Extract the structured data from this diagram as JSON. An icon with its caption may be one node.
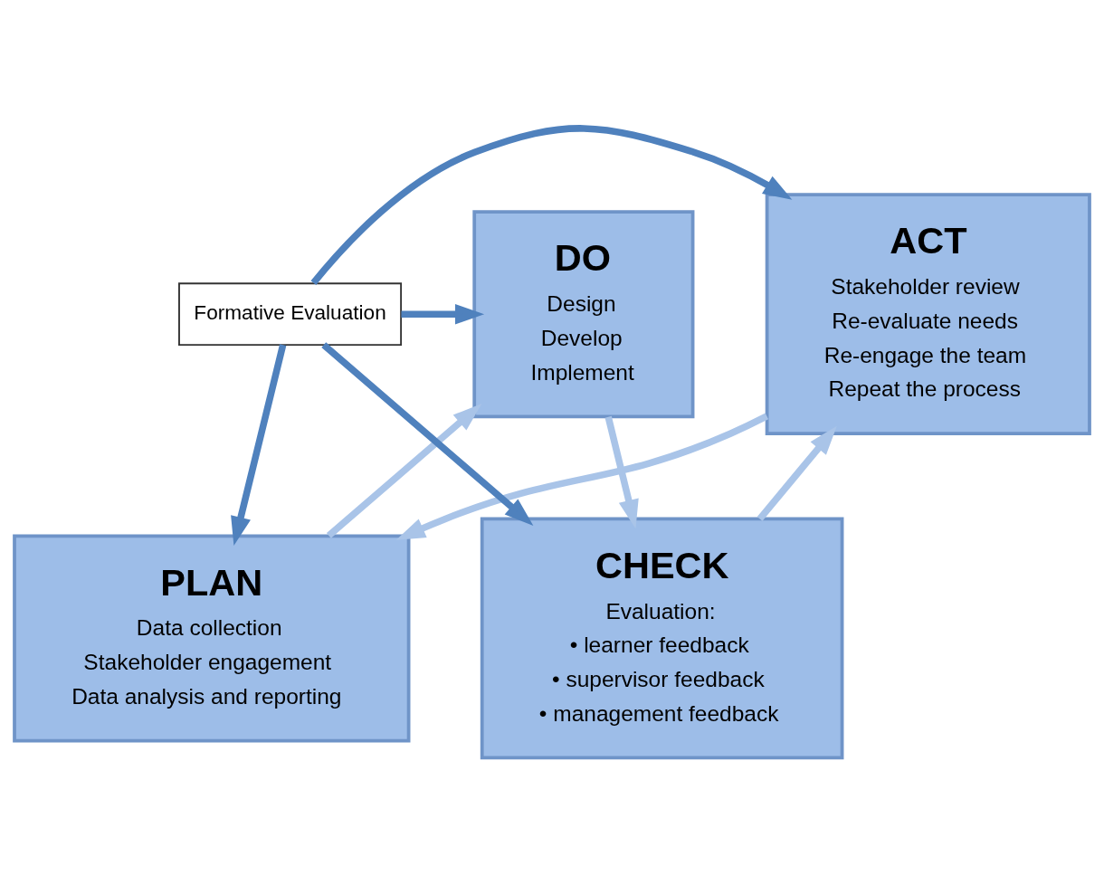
{
  "diagram": {
    "nodes": [
      {
        "text": [
          "PLAN",
          "Data collection",
          "Stakeholder engagement",
          "Data analysis and reporting"
        ]
      },
      {
        "text": [
          "ACT",
          "Stakeholder review",
          "Re-evaluate needs",
          "Re-engage the team",
          "Repeat the process"
        ]
      },
      {
        "text": [
          "Formative Evaluation"
        ]
      },
      {
        "text": [
          "DO",
          "Design",
          "Develop",
          "Implement"
        ]
      },
      {
        "text": [
          "CHECK",
          "Evaluation:",
          "• learner feedback",
          "• supervisor feedback",
          "• management feedback"
        ]
      }
    ],
    "edges": [
      {
        "from": 0,
        "to": 3,
        "arrow": "to"
      },
      {
        "from": 3,
        "to": 4,
        "arrow": "to"
      },
      {
        "from": 4,
        "to": 1,
        "arrow": "to"
      },
      {
        "from": 1,
        "to": 0,
        "arrow": "to"
      },
      {
        "from": 2,
        "to": 0,
        "arrow": "to",
        "color": "#4f81bd"
      },
      {
        "from": 2,
        "to": 3,
        "arrow": "to",
        "color": "#4f81bd"
      },
      {
        "from": 2,
        "to": 4,
        "arrow": "to",
        "color": "#4f81bd"
      },
      {
        "from": 2,
        "to": 1,
        "arrow": "to",
        "color": "#4f81bd"
      }
    ]
  }
}
